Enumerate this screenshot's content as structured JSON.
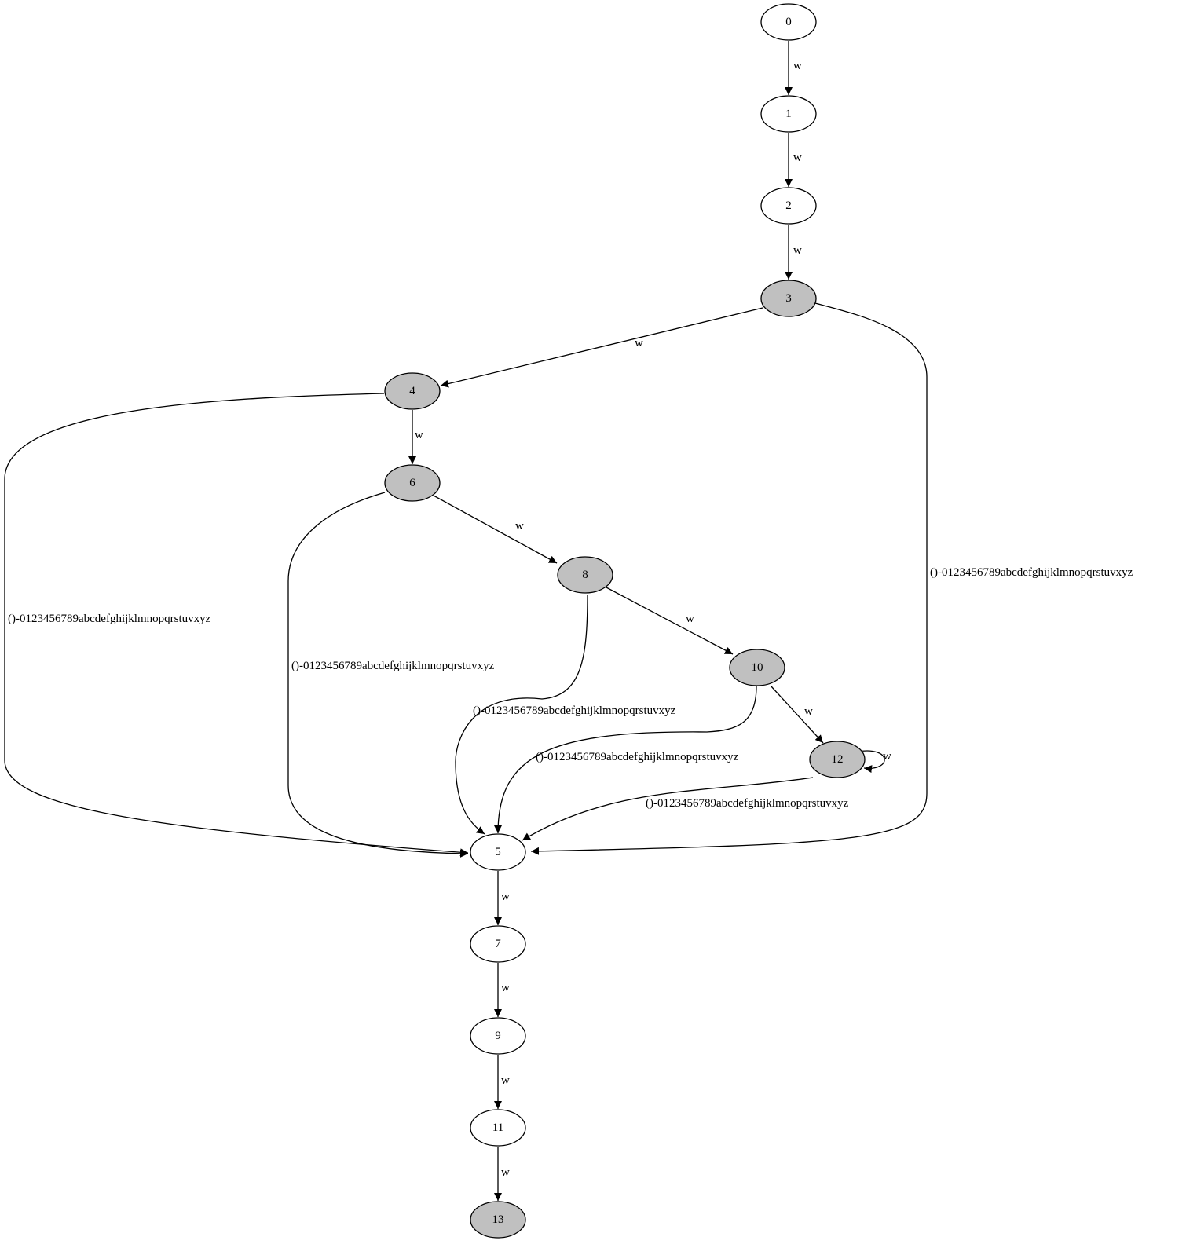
{
  "colors": {
    "background": "#ffffff",
    "stroke": "#000000",
    "accepting_fill": "#c0c0c0",
    "normal_fill": "#ffffff"
  },
  "nodes": [
    {
      "id": "0",
      "label": "0",
      "accepting": false
    },
    {
      "id": "1",
      "label": "1",
      "accepting": false
    },
    {
      "id": "2",
      "label": "2",
      "accepting": false
    },
    {
      "id": "3",
      "label": "3",
      "accepting": true
    },
    {
      "id": "4",
      "label": "4",
      "accepting": true
    },
    {
      "id": "6",
      "label": "6",
      "accepting": true
    },
    {
      "id": "8",
      "label": "8",
      "accepting": true
    },
    {
      "id": "10",
      "label": "10",
      "accepting": true
    },
    {
      "id": "12",
      "label": "12",
      "accepting": true
    },
    {
      "id": "5",
      "label": "5",
      "accepting": false
    },
    {
      "id": "7",
      "label": "7",
      "accepting": false
    },
    {
      "id": "9",
      "label": "9",
      "accepting": false
    },
    {
      "id": "11",
      "label": "11",
      "accepting": false
    },
    {
      "id": "13",
      "label": "13",
      "accepting": true
    }
  ],
  "edges": [
    {
      "from": "0",
      "to": "1",
      "label": "w"
    },
    {
      "from": "1",
      "to": "2",
      "label": "w"
    },
    {
      "from": "2",
      "to": "3",
      "label": "w"
    },
    {
      "from": "3",
      "to": "4",
      "label": "w"
    },
    {
      "from": "3",
      "to": "5",
      "label": "()-0123456789abcdefghijklmnopqrstuvxyz"
    },
    {
      "from": "4",
      "to": "6",
      "label": "w"
    },
    {
      "from": "4",
      "to": "5",
      "label": "()-0123456789abcdefghijklmnopqrstuvxyz"
    },
    {
      "from": "6",
      "to": "8",
      "label": "w"
    },
    {
      "from": "6",
      "to": "5",
      "label": "()-0123456789abcdefghijklmnopqrstuvxyz"
    },
    {
      "from": "8",
      "to": "10",
      "label": "w"
    },
    {
      "from": "8",
      "to": "5",
      "label": "()-0123456789abcdefghijklmnopqrstuvxyz"
    },
    {
      "from": "10",
      "to": "12",
      "label": "w"
    },
    {
      "from": "10",
      "to": "5",
      "label": "()-0123456789abcdefghijklmnopqrstuvxyz"
    },
    {
      "from": "12",
      "to": "12",
      "label": "w"
    },
    {
      "from": "12",
      "to": "5",
      "label": "()-0123456789abcdefghijklmnopqrstuvxyz"
    },
    {
      "from": "5",
      "to": "7",
      "label": "w"
    },
    {
      "from": "7",
      "to": "9",
      "label": "w"
    },
    {
      "from": "9",
      "to": "11",
      "label": "w"
    },
    {
      "from": "11",
      "to": "13",
      "label": "w"
    }
  ]
}
